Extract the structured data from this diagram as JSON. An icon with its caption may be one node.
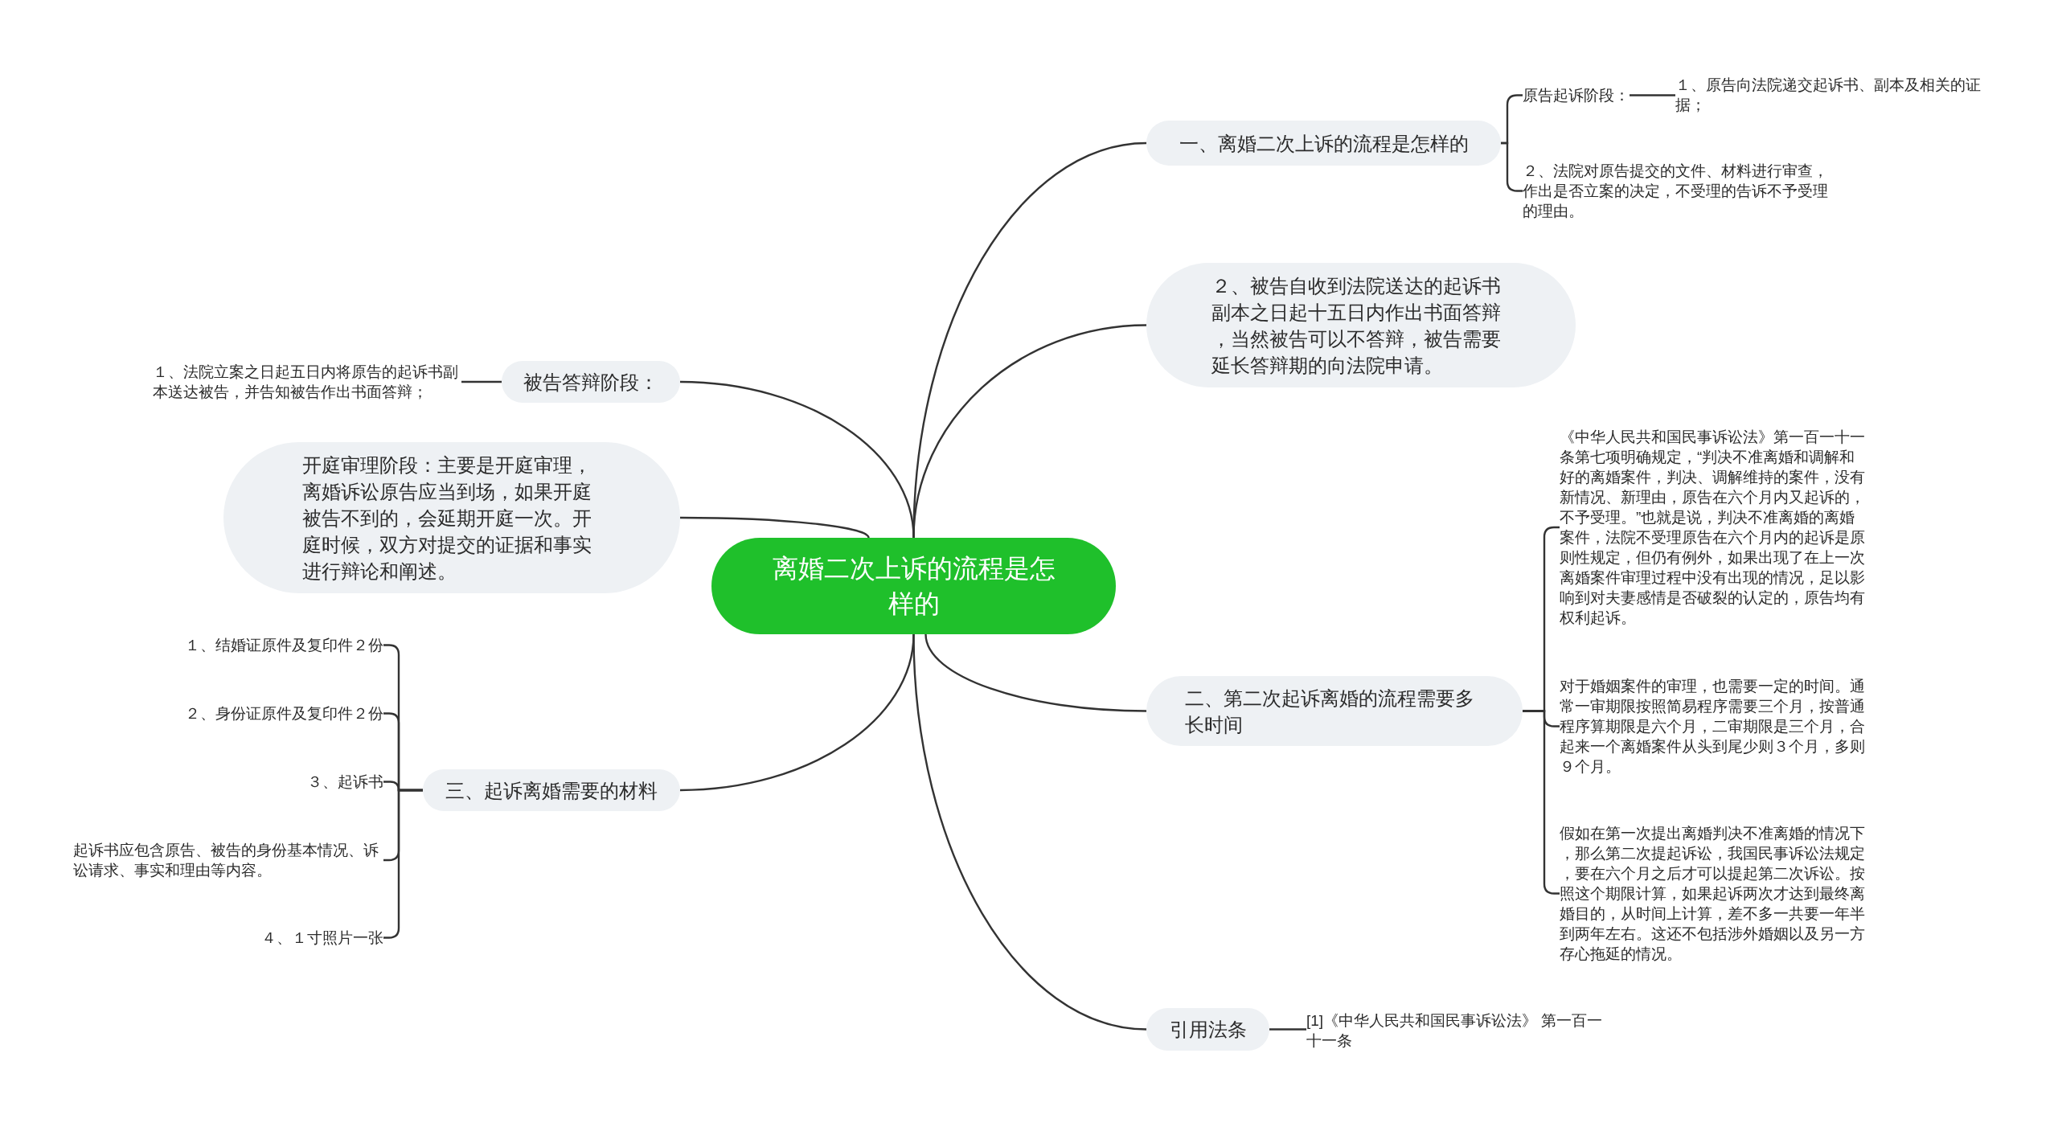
{
  "diagram": {
    "nodes": [
      {
        "text": [
          "离婚二次上诉的流程是怎样的"
        ]
      },
      {
        "text": [
          "一、离婚二次上诉的流程是怎样的"
        ]
      },
      {
        "text": [
          "原告起诉阶段："
        ]
      },
      {
        "text": [
          "１、原告向法院递交起诉书、副本及相关的证据；"
        ]
      },
      {
        "text": [
          "２、法院对原告提交的文件、材料进行审查，作出是否立案的决定，不受理的告诉不予受理的理由。"
        ]
      },
      {
        "text": [
          "２、被告自收到法院送达的起诉书副本之日起十五日内作出书面答辩，当然被告可以不答辩，被告需要延长答辩期的向法院申请。"
        ]
      },
      {
        "text": [
          "被告答辩阶段："
        ]
      },
      {
        "text": [
          "１、法院立案之日起五日内将原告的起诉书副本送达被告，并告知被告作出书面答辩；"
        ]
      },
      {
        "text": [
          "开庭审理阶段：主要是开庭审理，离婚诉讼原告应当到场，如果开庭被告不到的，会延期开庭一次。开庭时候，双方对提交的证据和事实进行辩论和阐述。"
        ]
      },
      {
        "text": [
          "二、第二次起诉离婚的流程需要多长时间"
        ]
      },
      {
        "text": [
          "《中华人民共和国民事诉讼法》第一百一十一条第七项明确规定，“判决不准离婚和调解和好的离婚案件，判决、调解维持的案件，没有新情况、新理由，原告在六个月内又起诉的，不予受理。”也就是说，判决不准离婚的离婚案件，法院不受理原告在六个月内的起诉是原则性规定，但仍有例外，如果出现了在上一次离婚案件审理过程中没有出现的情况，足以影响到对夫妻感情是否破裂的认定的，原告均有权利起诉。"
        ]
      },
      {
        "text": [
          "对于婚姻案件的审理，也需要一定的时间。通常一审期限按照简易程序需要三个月，按普通程序算期限是六个月，二审期限是三个月，合起来一个离婚案件从头到尾少则３个月，多则９个月。"
        ]
      },
      {
        "text": [
          "假如在第一次提出离婚判决不准离婚的情况下，那么第二次提起诉讼，我国民事诉讼法规定，要在六个月之后才可以提起第二次诉讼。按照这个期限计算，如果起诉两次才达到最终离婚目的，从时间上计算，差不多一共要一年半到两年左右。这还不包括涉外婚姻以及另一方存心拖延的情况。"
        ]
      },
      {
        "text": [
          "三、起诉离婚需要的材料"
        ]
      },
      {
        "text": [
          "１、结婚证原件及复印件２份"
        ]
      },
      {
        "text": [
          "２、身份证原件及复印件２份"
        ]
      },
      {
        "text": [
          "３、起诉书"
        ]
      },
      {
        "text": [
          "起诉书应包含原告、被告的身份基本情况、诉讼请求、事实和理由等内容。"
        ]
      },
      {
        "text": [
          "４、１寸照片一张"
        ]
      },
      {
        "text": [
          "引用法条"
        ]
      },
      {
        "text": [
          "[1]《中华人民共和国民事诉讼法》 第一百一十一条"
        ]
      }
    ],
    "edges": [
      {
        "from": 0,
        "to": 1,
        "arrow": "none"
      },
      {
        "from": 0,
        "to": 5,
        "arrow": "none"
      },
      {
        "from": 0,
        "to": 6,
        "arrow": "none"
      },
      {
        "from": 0,
        "to": 8,
        "arrow": "none"
      },
      {
        "from": 0,
        "to": 9,
        "arrow": "none"
      },
      {
        "from": 0,
        "to": 13,
        "arrow": "none"
      },
      {
        "from": 0,
        "to": 19,
        "arrow": "none"
      },
      {
        "from": 1,
        "to": 2,
        "arrow": "none"
      },
      {
        "from": 2,
        "to": 3,
        "arrow": "none"
      },
      {
        "from": 1,
        "to": 4,
        "arrow": "none"
      },
      {
        "from": 6,
        "to": 7,
        "arrow": "none"
      },
      {
        "from": 9,
        "to": 10,
        "arrow": "none"
      },
      {
        "from": 9,
        "to": 11,
        "arrow": "none"
      },
      {
        "from": 9,
        "to": 12,
        "arrow": "none"
      },
      {
        "from": 13,
        "to": 14,
        "arrow": "none"
      },
      {
        "from": 13,
        "to": 15,
        "arrow": "none"
      },
      {
        "from": 13,
        "to": 16,
        "arrow": "none"
      },
      {
        "from": 13,
        "to": 17,
        "arrow": "none"
      },
      {
        "from": 13,
        "to": 18,
        "arrow": "none"
      },
      {
        "from": 19,
        "to": 20,
        "arrow": "none"
      }
    ]
  }
}
